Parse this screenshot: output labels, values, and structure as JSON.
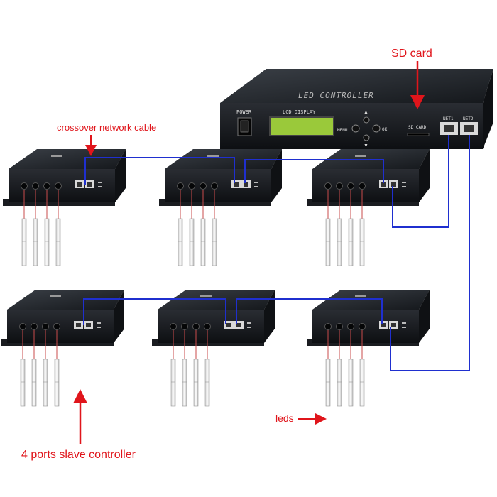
{
  "labels": {
    "sd_card": "SD card",
    "crossover": "crossover network cable",
    "leds": "leds",
    "slave": "4 ports slave controller"
  },
  "master": {
    "title": "LED CONTROLLER",
    "power": "POWER",
    "lcd": "LCD DISPLAY",
    "menu": "MENU",
    "ok": "OK",
    "sd_slot": "SD CARD",
    "net1": "NET1",
    "net2": "NET2"
  },
  "colors": {
    "label_red": "#e0151b",
    "cable_blue": "#1f2fcf",
    "device_dark": "#1c1f24",
    "lcd_green": "#9ac93a"
  }
}
